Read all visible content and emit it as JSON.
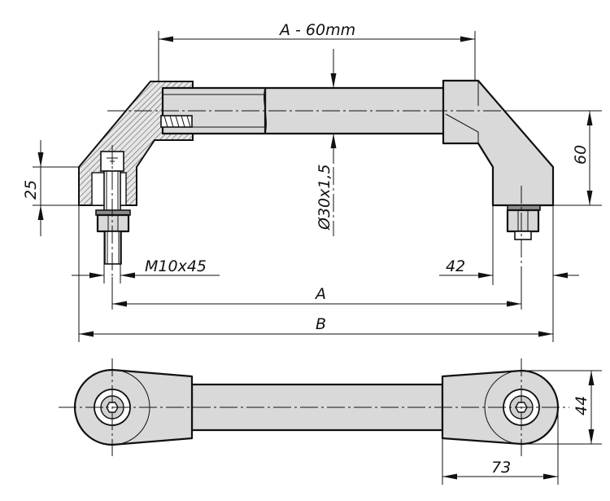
{
  "dimensions": {
    "a_minus_60": "A - 60mm",
    "diameter": "Ø30x1,5",
    "height_60": "60",
    "height_25": "25",
    "thread": "M10x45",
    "offset_42": "42",
    "a": "A",
    "b": "B",
    "width_44": "44",
    "length_73": "73"
  }
}
